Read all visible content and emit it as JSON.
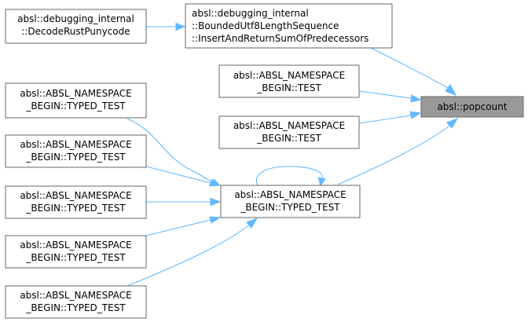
{
  "nodes": {
    "decode_rust_punycode": {
      "line1": "absl::debugging_internal",
      "line2": "::DecodeRustPunycode"
    },
    "insert_and_return_sum": {
      "line1": "absl::debugging_internal",
      "line2": "::BoundedUtf8LengthSequence",
      "line3": "::InsertAndReturnSumOfPredecessors"
    },
    "test_1": {
      "line1": "absl::ABSL_NAMESPACE",
      "line2": "_BEGIN::TEST"
    },
    "test_2": {
      "line1": "absl::ABSL_NAMESPACE",
      "line2": "_BEGIN::TEST"
    },
    "typed_test_center": {
      "line1": "absl::ABSL_NAMESPACE",
      "line2": "_BEGIN::TYPED_TEST"
    },
    "typed_test_1": {
      "line1": "absl::ABSL_NAMESPACE",
      "line2": "_BEGIN::TYPED_TEST"
    },
    "typed_test_2": {
      "line1": "absl::ABSL_NAMESPACE",
      "line2": "_BEGIN::TYPED_TEST"
    },
    "typed_test_3": {
      "line1": "absl::ABSL_NAMESPACE",
      "line2": "_BEGIN::TYPED_TEST"
    },
    "typed_test_4": {
      "line1": "absl::ABSL_NAMESPACE",
      "line2": "_BEGIN::TYPED_TEST"
    },
    "typed_test_5": {
      "line1": "absl::ABSL_NAMESPACE",
      "line2": "_BEGIN::TYPED_TEST"
    },
    "popcount": {
      "line1": "absl::popcount"
    }
  },
  "edges": [
    {
      "from": "decode_rust_punycode",
      "to": "insert_and_return_sum"
    },
    {
      "from": "insert_and_return_sum",
      "to": "popcount"
    },
    {
      "from": "test_1",
      "to": "popcount"
    },
    {
      "from": "test_2",
      "to": "popcount"
    },
    {
      "from": "typed_test_center",
      "to": "popcount"
    },
    {
      "from": "typed_test_center",
      "to": "typed_test_center"
    },
    {
      "from": "typed_test_1",
      "to": "typed_test_center"
    },
    {
      "from": "typed_test_2",
      "to": "typed_test_center"
    },
    {
      "from": "typed_test_3",
      "to": "typed_test_center"
    },
    {
      "from": "typed_test_4",
      "to": "typed_test_center"
    },
    {
      "from": "typed_test_5",
      "to": "typed_test_center"
    }
  ],
  "colors": {
    "edge": "#63b8ff",
    "node_border": "#666666",
    "focus_fill": "#999999",
    "node_fill": "#ffffff"
  }
}
